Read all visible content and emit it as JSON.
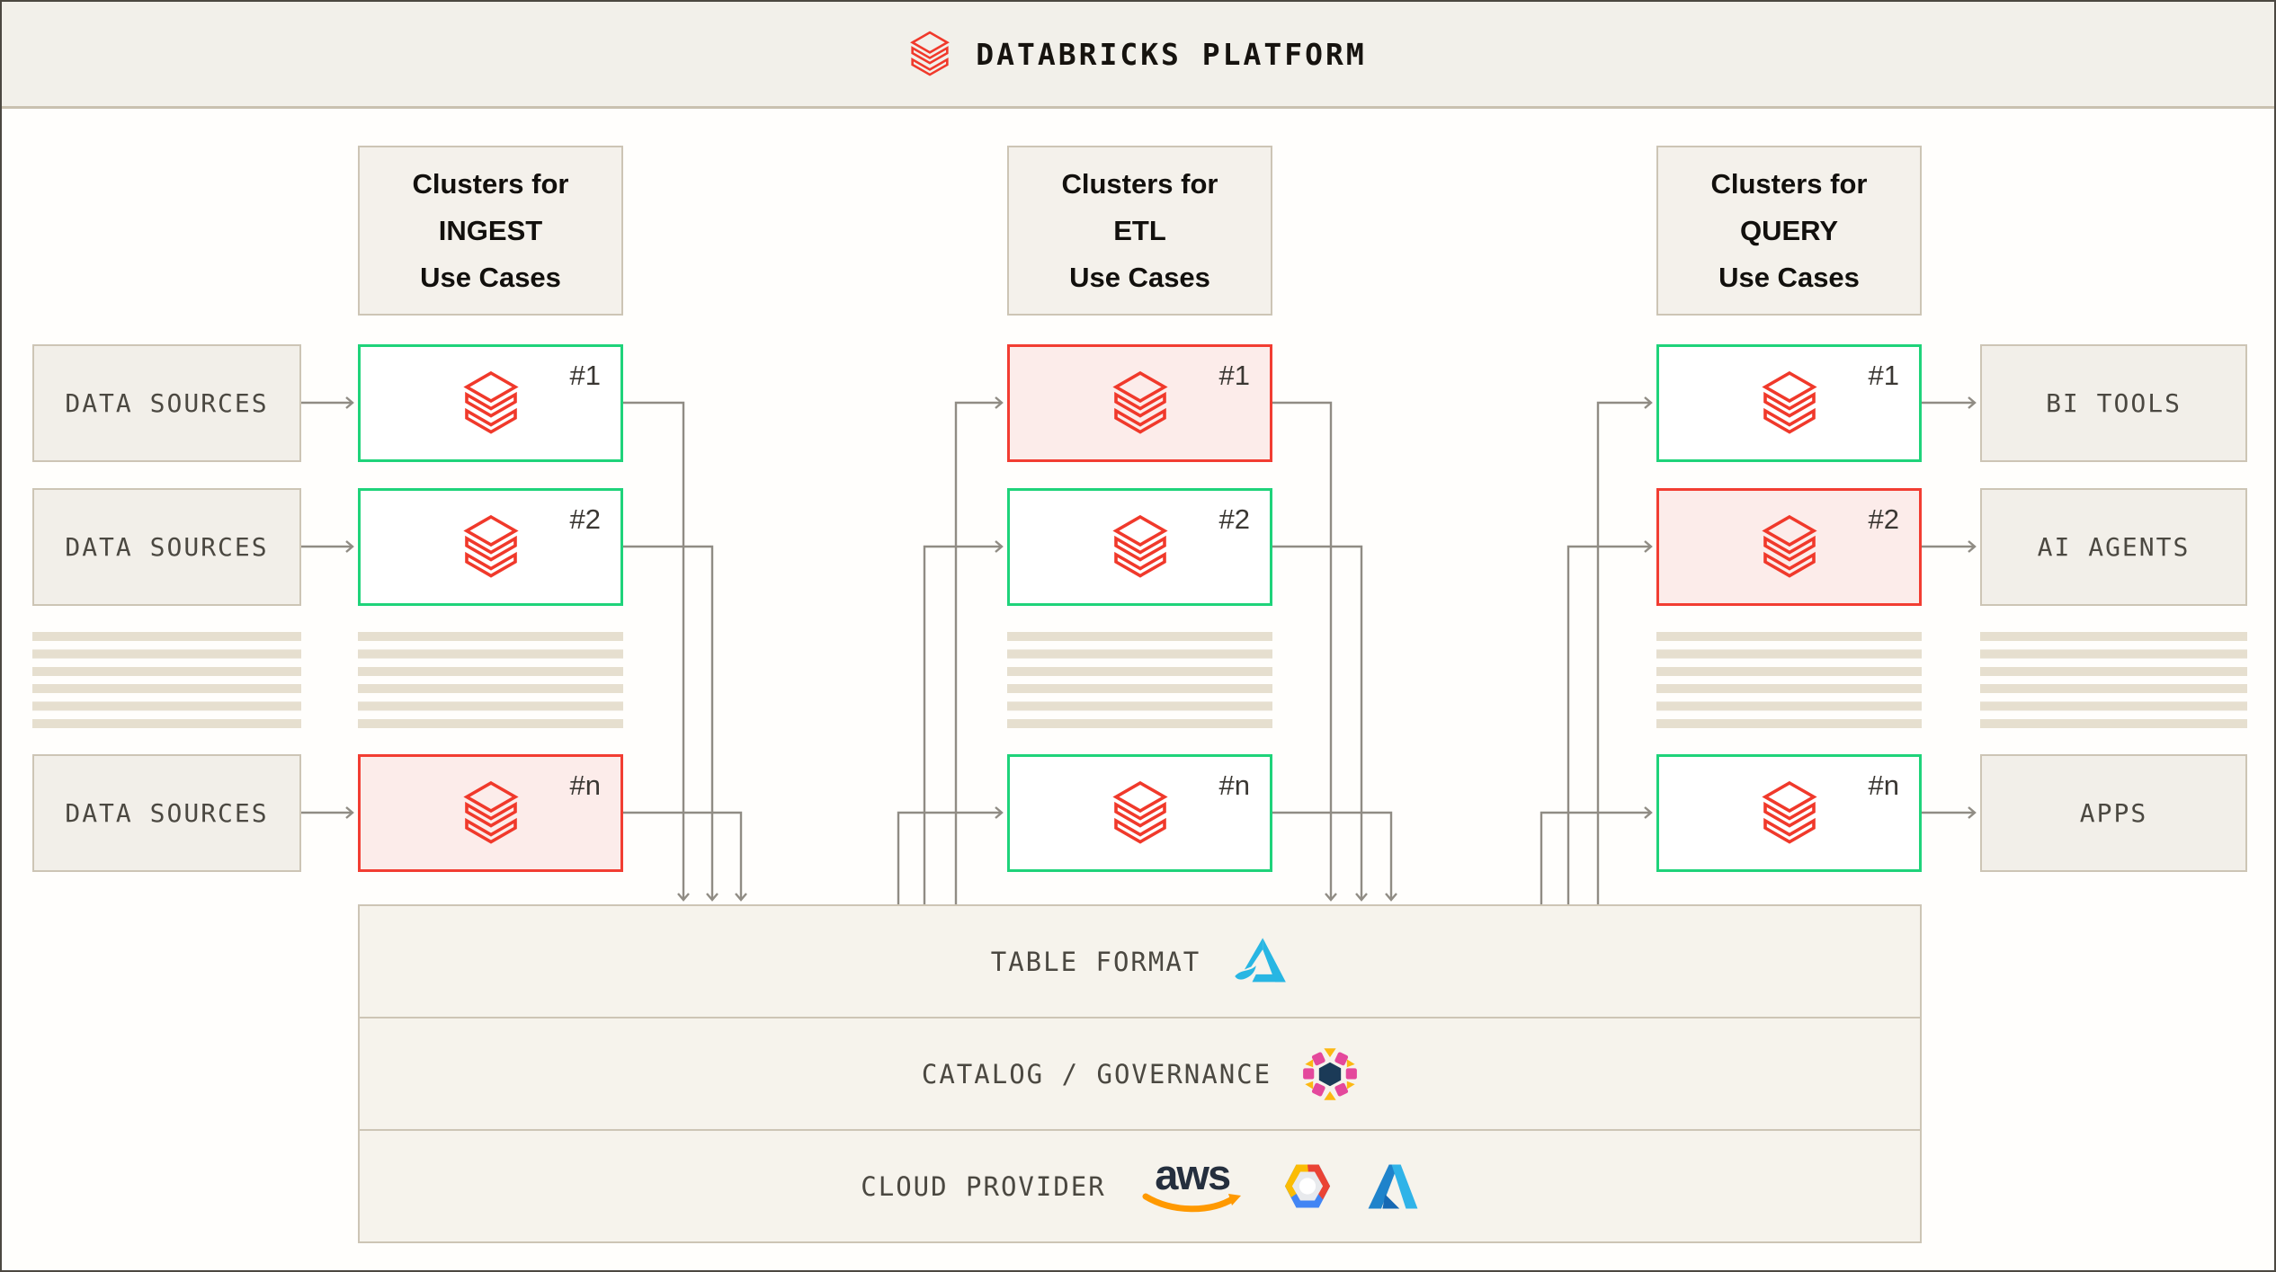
{
  "header": {
    "title": "DATABRICKS PLATFORM"
  },
  "columns": [
    {
      "name": "ingest",
      "header_lines": [
        "Clusters for",
        "INGEST",
        "Use Cases"
      ],
      "clusters": [
        {
          "label": "#1",
          "highlighted": false
        },
        {
          "label": "#2",
          "highlighted": false
        },
        {
          "label": "#n",
          "highlighted": true
        }
      ]
    },
    {
      "name": "etl",
      "header_lines": [
        "Clusters for",
        "ETL",
        "Use Cases"
      ],
      "clusters": [
        {
          "label": "#1",
          "highlighted": true
        },
        {
          "label": "#2",
          "highlighted": false
        },
        {
          "label": "#n",
          "highlighted": false
        }
      ]
    },
    {
      "name": "query",
      "header_lines": [
        "Clusters for",
        "QUERY",
        "Use Cases"
      ],
      "clusters": [
        {
          "label": "#1",
          "highlighted": false
        },
        {
          "label": "#2",
          "highlighted": true
        },
        {
          "label": "#n",
          "highlighted": false
        }
      ]
    }
  ],
  "data_sources": {
    "labels": [
      "DATA SOURCES",
      "DATA SOURCES",
      "DATA SOURCES"
    ]
  },
  "outputs": {
    "labels": [
      "BI TOOLS",
      "AI AGENTS",
      "APPS"
    ]
  },
  "platform_layers": [
    {
      "label": "TABLE FORMAT",
      "icon": "delta-lake-icon"
    },
    {
      "label": "CATALOG / GOVERNANCE",
      "icon": "unity-catalog-icon"
    },
    {
      "label": "CLOUD PROVIDER",
      "icons": [
        "aws-icon",
        "gcp-icon",
        "azure-icon"
      ]
    }
  ],
  "cloud": {
    "aws_text": "aws"
  },
  "edges": {
    "data_sources_to_ingest": [
      "#1",
      "#2",
      "#n"
    ],
    "ingest_to_table_format": [
      "#1",
      "#2",
      "#n"
    ],
    "table_format_to_etl": [
      "#1",
      "#2",
      "#n"
    ],
    "etl_to_table_format": [
      "#1",
      "#2",
      "#n"
    ],
    "table_format_to_query": [
      "#1",
      "#2",
      "#n"
    ],
    "query_to_outputs": [
      [
        "#1",
        "BI TOOLS"
      ],
      [
        "#2",
        "AI AGENTS"
      ],
      [
        "#n",
        "APPS"
      ]
    ]
  },
  "colors": {
    "brand_red": "#f0392b",
    "cluster_green": "#1fd37a",
    "cluster_red": "#f23d32",
    "cluster_red_bg": "#fcecea",
    "panel_bg": "#f2efe9",
    "border_tan": "#cdc5b5",
    "stripe": "#e6dfcf",
    "arrow_gray": "#908c84",
    "text_dark": "#4b4841",
    "delta_cyan": "#28b6e3",
    "unity_pink": "#e4489c",
    "unity_yellow": "#fcb813",
    "unity_navy": "#1b3a57",
    "aws_navy": "#252f3e",
    "aws_orange": "#ff9900",
    "gcp_yellow": "#fbbc04",
    "gcp_red": "#ea4335",
    "gcp_blue": "#4285f4",
    "azure_blue_light": "#30b3e8",
    "azure_blue_dark": "#1f83cb"
  }
}
